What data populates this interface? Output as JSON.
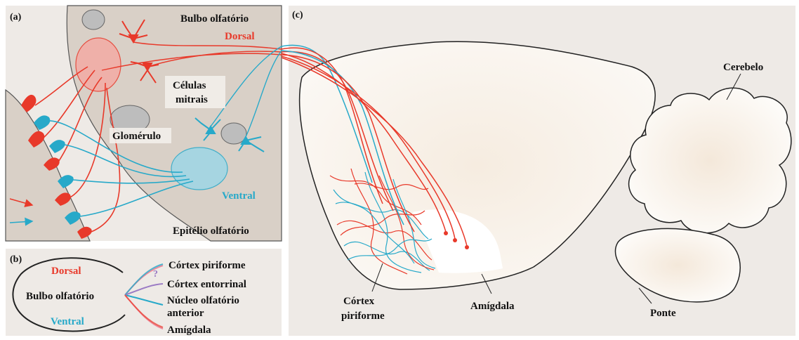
{
  "panel_a": {
    "letter": "(a)",
    "bulb_title": "Bulbo olfatório",
    "dorsal": "Dorsal",
    "mitral_line1": "Células",
    "mitral_line2": "mitrais",
    "glomerulus": "Glomérulo",
    "ventral": "Ventral",
    "epithelium": "Epitélio olfatório"
  },
  "panel_b": {
    "letter": "(b)",
    "dorsal": "Dorsal",
    "bulb": "Bulbo olfatório",
    "ventral": "Ventral",
    "question": "?",
    "targets": {
      "piriform": "Córtex piriforme",
      "entorhinal": "Córtex entorrinal",
      "nucleus_line1": "Núcleo olfatório",
      "nucleus_line2": "anterior",
      "amygdala": "Amígdala"
    }
  },
  "panel_c": {
    "letter": "(c)",
    "cerebellum": "Cerebelo",
    "piriform_line1": "Córtex",
    "piriform_line2": "piriforme",
    "amygdala": "Amígdala",
    "pons": "Ponte"
  },
  "colors": {
    "red": "#e8392a",
    "blue": "#27a9c9",
    "purple": "#9b7bc4",
    "panel_bg": "#eeeae6",
    "tissue": "#f2e9e0",
    "bulb_fill": "#d9d0c7"
  }
}
